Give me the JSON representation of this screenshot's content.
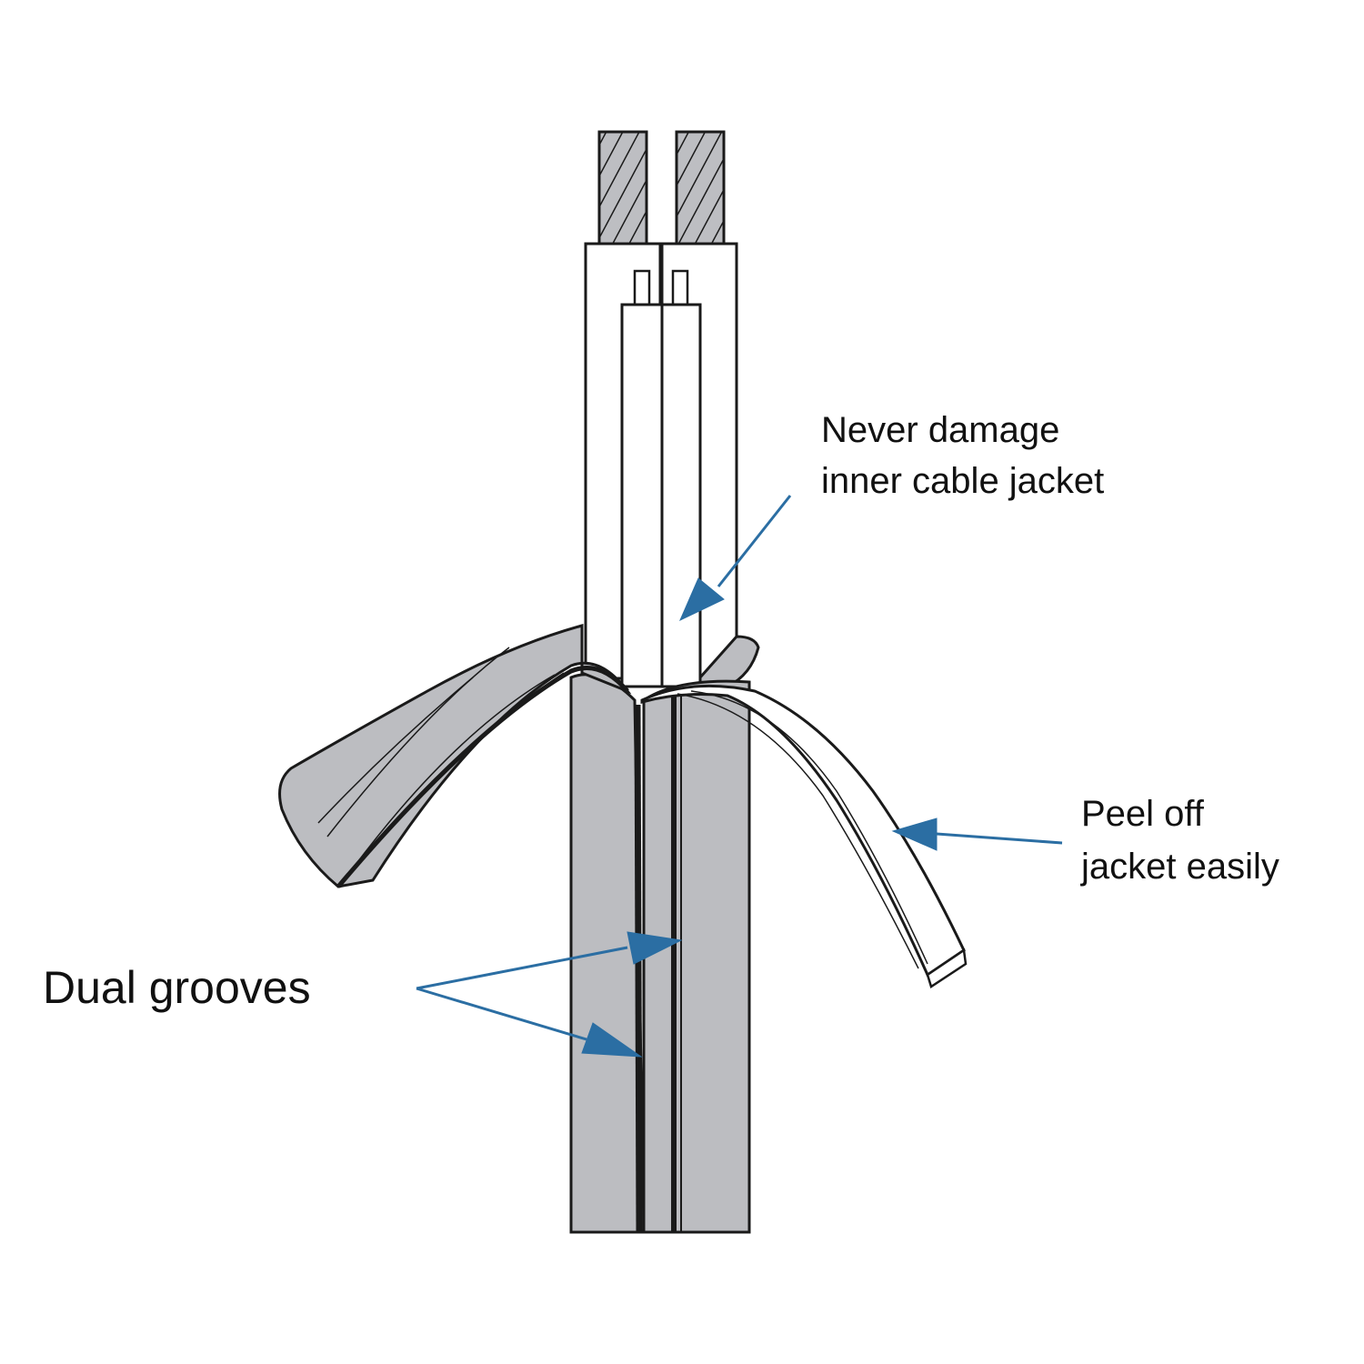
{
  "labels": {
    "never_damage": [
      "Never damage",
      "inner cable jacket"
    ],
    "peel_off": [
      "Peel off",
      "jacket easily"
    ],
    "dual_grooves": "Dual grooves"
  },
  "colors": {
    "outer_jacket": "#bcbdc1",
    "inner_insulation": "#ffffff",
    "outline": "#1a1a1a",
    "arrow": "#2b6ea3",
    "text": "#111111"
  },
  "icons": [
    "copper-conductor",
    "callout-arrow"
  ]
}
